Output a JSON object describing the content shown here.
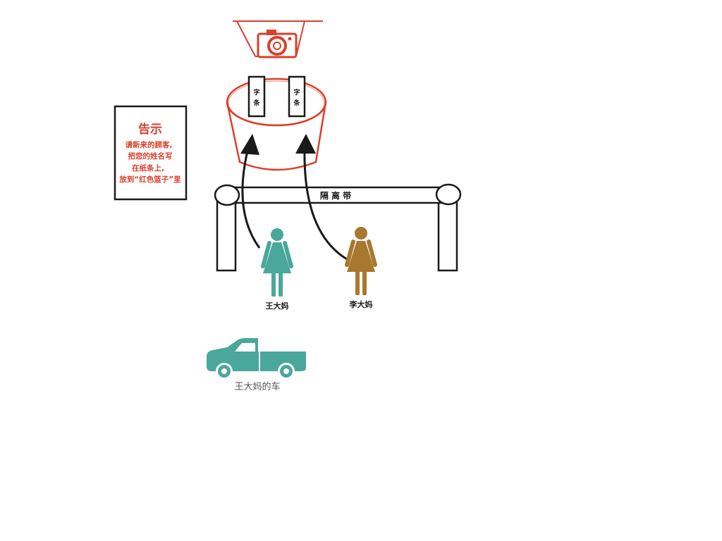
{
  "colors": {
    "red": "#d9402b",
    "ink": "#1a1a1a",
    "teal": "#4aa79b",
    "brown": "#a9782f",
    "car_label": "#555555"
  },
  "camera": {
    "icon": "camera-icon"
  },
  "basket": {
    "slips": [
      {
        "line1": "字",
        "line2": "条"
      },
      {
        "line1": "字",
        "line2": "条"
      }
    ]
  },
  "notice": {
    "title": "告示",
    "lines": [
      "请新来的顾客,",
      "把您的姓名写",
      "在纸条上,",
      "放到“红色篮子”里"
    ]
  },
  "barrier": {
    "label": "隔 离 带"
  },
  "people": [
    {
      "name": "王大妈",
      "color": "#4aa79b",
      "icon": "woman-icon"
    },
    {
      "name": "李大妈",
      "color": "#a9782f",
      "icon": "woman-icon"
    }
  ],
  "car": {
    "label": "王大妈的车",
    "icon": "pickup-truck-icon",
    "color": "#4aa79b"
  }
}
